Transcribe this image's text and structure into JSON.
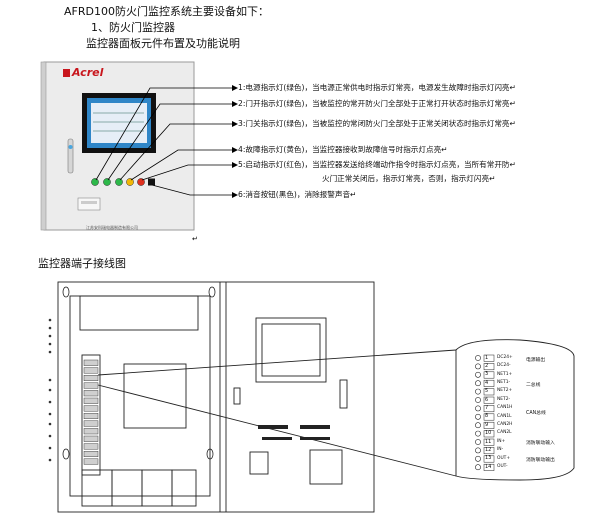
{
  "header": {
    "title": "AFRD100防火门监控系统主要设备如下：",
    "item1": "1、防火门监控器",
    "item2": "监控器面板元件布置及功能说明"
  },
  "device": {
    "brand": "Acrel",
    "maker_label": "江苏安科瑞电器制造有限公司"
  },
  "callouts": [
    {
      "label": "1:电源指示灯(绿色)，",
      "desc": "当电源正常供电时指示灯常亮，电源发生故障时指示灯闪亮"
    },
    {
      "label": "2:门开指示灯(绿色)，",
      "desc": "当被监控的常开防火门全部处于正常打开状态时指示灯常亮"
    },
    {
      "label": "3:门关指示灯(绿色)，",
      "desc": "当被监控的常闭防火门全部处于正常关闭状态时指示灯常亮"
    },
    {
      "label": "4:故障指示灯(黄色)，",
      "desc": "当监控器接收到故障信号时指示灯点亮"
    },
    {
      "label": "5:启动指示灯(红色)，",
      "desc": "当监控器发送给终端动作指令时指示灯点亮，当所有常开防",
      "desc2": "火门正常关闭后，指示灯常亮，否则，指示灯闪亮"
    },
    {
      "label": "6:消音按钮(黑色)，",
      "desc": "消除报警声音"
    }
  ],
  "section2": {
    "title": "监控器端子接线图"
  },
  "terminals": {
    "numbers": [
      "1",
      "2",
      "3",
      "4",
      "5",
      "6",
      "7",
      "8",
      "9",
      "10",
      "11",
      "12",
      "13",
      "14"
    ],
    "codes": [
      "DC24+",
      "DC24-",
      "NET1+",
      "NET1-",
      "NET2+",
      "NET2-",
      "CAN1H",
      "CAN1L",
      "CAN2H",
      "CAN2L",
      "IN+",
      "IN-",
      "OUT+",
      "OUT-"
    ],
    "groups": [
      "电源输出",
      "二总线",
      "CAN总线",
      "消防联动输入",
      "消防联动输出"
    ]
  },
  "colors": {
    "led_green": "#2db84a",
    "led_yellow": "#f2b705",
    "led_red": "#e0301e",
    "screen": "#2f86c8",
    "brand_red": "#c8161d"
  }
}
